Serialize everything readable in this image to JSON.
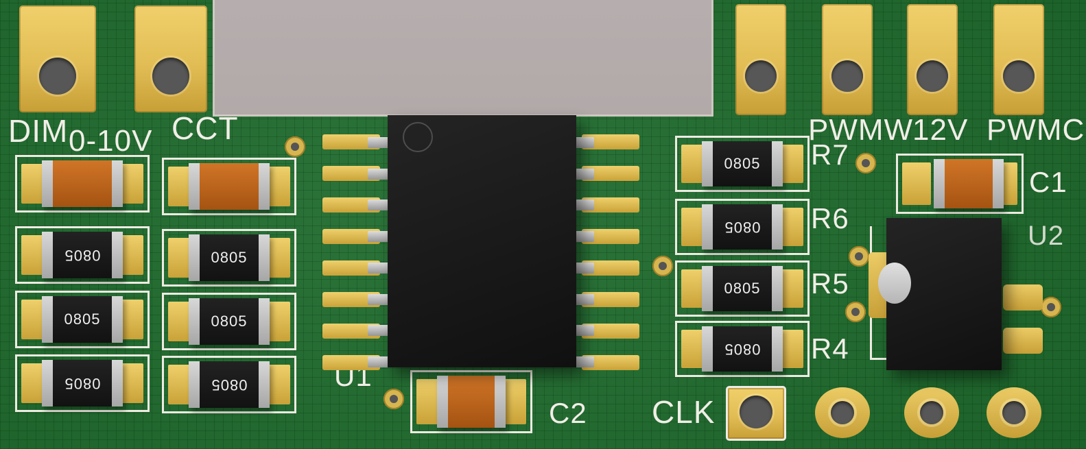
{
  "labels": {
    "dim": "DIM",
    "range": "0-10V",
    "cct": "CCT",
    "u1": "U1",
    "c2": "C2",
    "c1": "C1",
    "u2": "U2",
    "clk": "CLK",
    "pwmw": "PWMW",
    "v12": "12V",
    "pwmc": "PWMC"
  },
  "resistor_refs": [
    "R7",
    "R6",
    "R5",
    "R4"
  ],
  "components": {
    "smd_marking": "0805"
  },
  "colors": {
    "board_green": "#1f6c2e",
    "background_gray": "#b4abab",
    "pad_gold": "#e2bd55",
    "silkscreen_white": "#f1eee7",
    "ic_black": "#161616",
    "capacitor_orange": "#c06a1e",
    "resistor_black": "#181818",
    "terminal_silver": "#c6c6c6",
    "hole_gray": "#575757"
  }
}
